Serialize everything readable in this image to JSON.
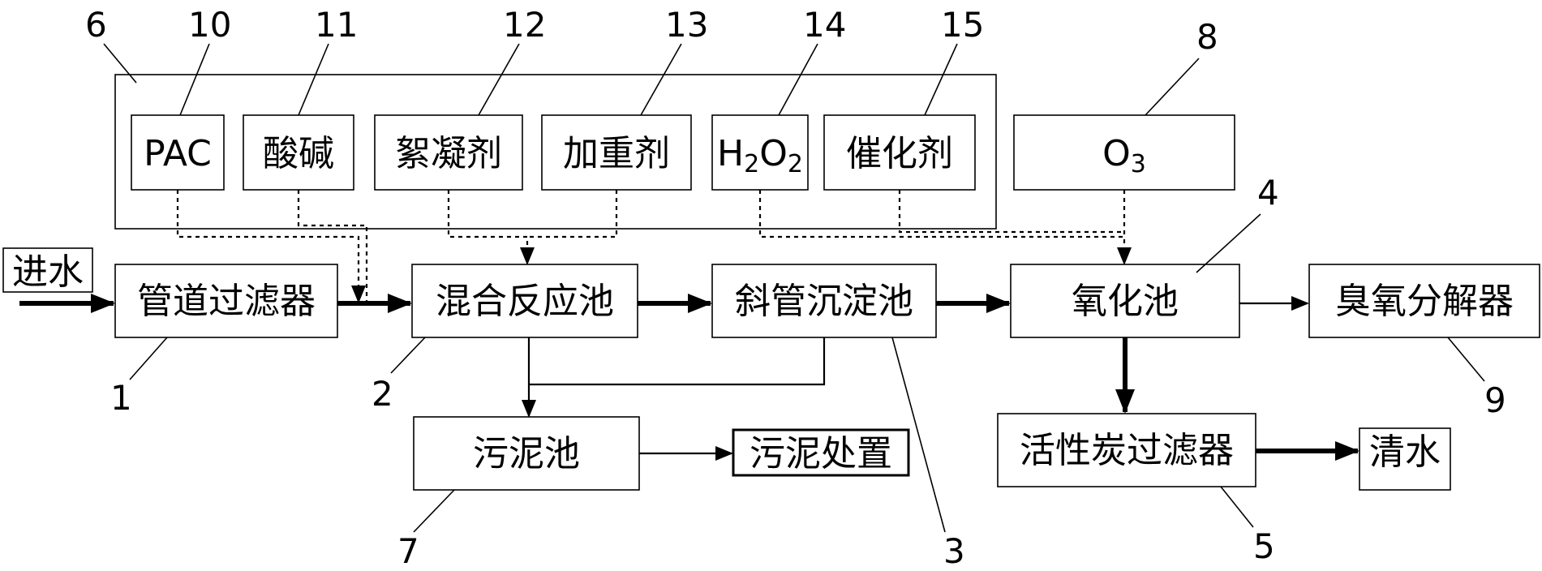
{
  "inputs": {
    "n6": "6",
    "n8": "8",
    "n10": "10",
    "n11": "11",
    "n12": "12",
    "n13": "13",
    "n14": "14",
    "n15": "15",
    "pac": "PAC",
    "acid_base": "酸碱",
    "flocculant": "絮凝剂",
    "weighting_agent": "加重剂",
    "h2o2": {
      "a": "H",
      "b": "2",
      "c": "O",
      "d": "2"
    },
    "catalyst": "催化剂",
    "o3": {
      "a": "O",
      "b": "3"
    }
  },
  "process": {
    "inlet": "进水",
    "pipe_filter": "管道过滤器",
    "mixing_tank": "混合反应池",
    "settling_tank": "斜管沉淀池",
    "oxidation_tank": "氧化池",
    "ozone_decomposer": "臭氧分解器",
    "sludge_tank": "污泥池",
    "sludge_disposal": "污泥处置",
    "carbon_filter": "活性炭过滤器",
    "clean_water": "清水",
    "n1": "1",
    "n2": "2",
    "n3": "3",
    "n4": "4",
    "n5": "5",
    "n7": "7",
    "n9": "9"
  }
}
